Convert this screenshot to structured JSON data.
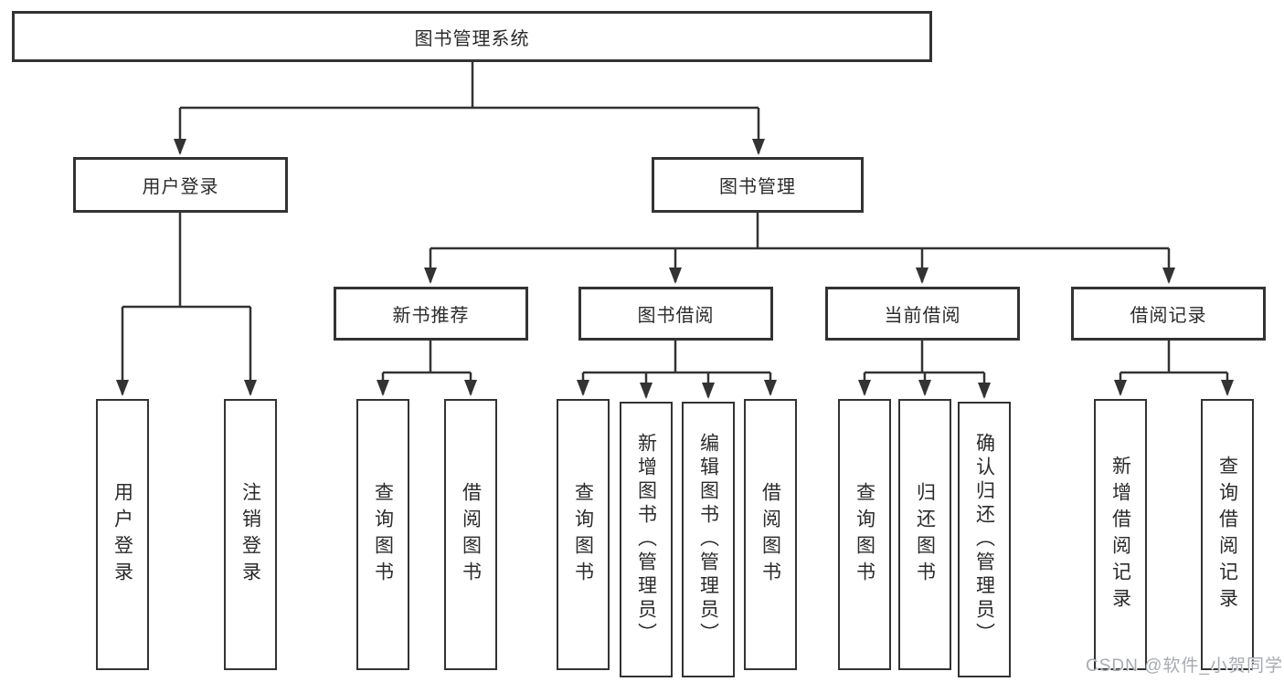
{
  "tree": {
    "root": {
      "label": "图书管理系统"
    },
    "branches": [
      {
        "label": "用户登录",
        "children": [
          {
            "label": "用户登录"
          },
          {
            "label": "注销登录"
          }
        ]
      },
      {
        "label": "图书管理",
        "groups": [
          {
            "label": "新书推荐",
            "children": [
              {
                "label": "查询图书"
              },
              {
                "label": "借阅图书"
              }
            ]
          },
          {
            "label": "图书借阅",
            "children": [
              {
                "label": "查询图书"
              },
              {
                "label": "新增图书（管理员）"
              },
              {
                "label": "编辑图书（管理员）"
              },
              {
                "label": "借阅图书"
              }
            ]
          },
          {
            "label": "当前借阅",
            "children": [
              {
                "label": "查询图书"
              },
              {
                "label": "归还图书"
              },
              {
                "label": "确认归还（管理员）"
              }
            ]
          },
          {
            "label": "借阅记录",
            "children": [
              {
                "label": "新增借阅记录"
              },
              {
                "label": "查询借阅记录"
              }
            ]
          }
        ]
      }
    ]
  },
  "watermark": "CSDN @软件_小贺同学",
  "colors": {
    "line": "#333333",
    "box_border": "#333333",
    "text": "#2b2b2b",
    "watermark": "#a7abb1",
    "background": "#ffffff"
  }
}
